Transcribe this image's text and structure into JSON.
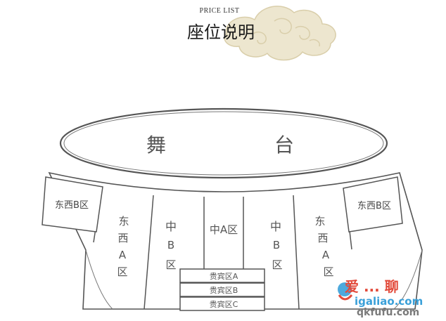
{
  "header": {
    "subtitle": "PRICE LIST",
    "title": "座位说明"
  },
  "stage": {
    "char_1": "舞",
    "char_2": "台"
  },
  "zones": {
    "east_west_b_left": "东西B区",
    "east_west_b_right": "东西B区",
    "east_west_a_left": [
      "东",
      "西",
      "A",
      "区"
    ],
    "east_west_a_right": [
      "东",
      "西",
      "A",
      "区"
    ],
    "middle_b_left": [
      "中",
      "B",
      "区"
    ],
    "middle_b_right": [
      "中",
      "B",
      "区"
    ],
    "middle_a": "中A区",
    "vip_a": "贵宾区A",
    "vip_b": "贵宾区B",
    "vip_c": "贵宾区C"
  },
  "watermark": {
    "line1": "爱  ...  聊",
    "line2": "igaliao.com",
    "line3": "qkfufu.com"
  },
  "colors": {
    "line": "#555555",
    "text": "#444444",
    "cloud": "#ede6cf",
    "cloud_stroke": "#d9ceaa"
  }
}
